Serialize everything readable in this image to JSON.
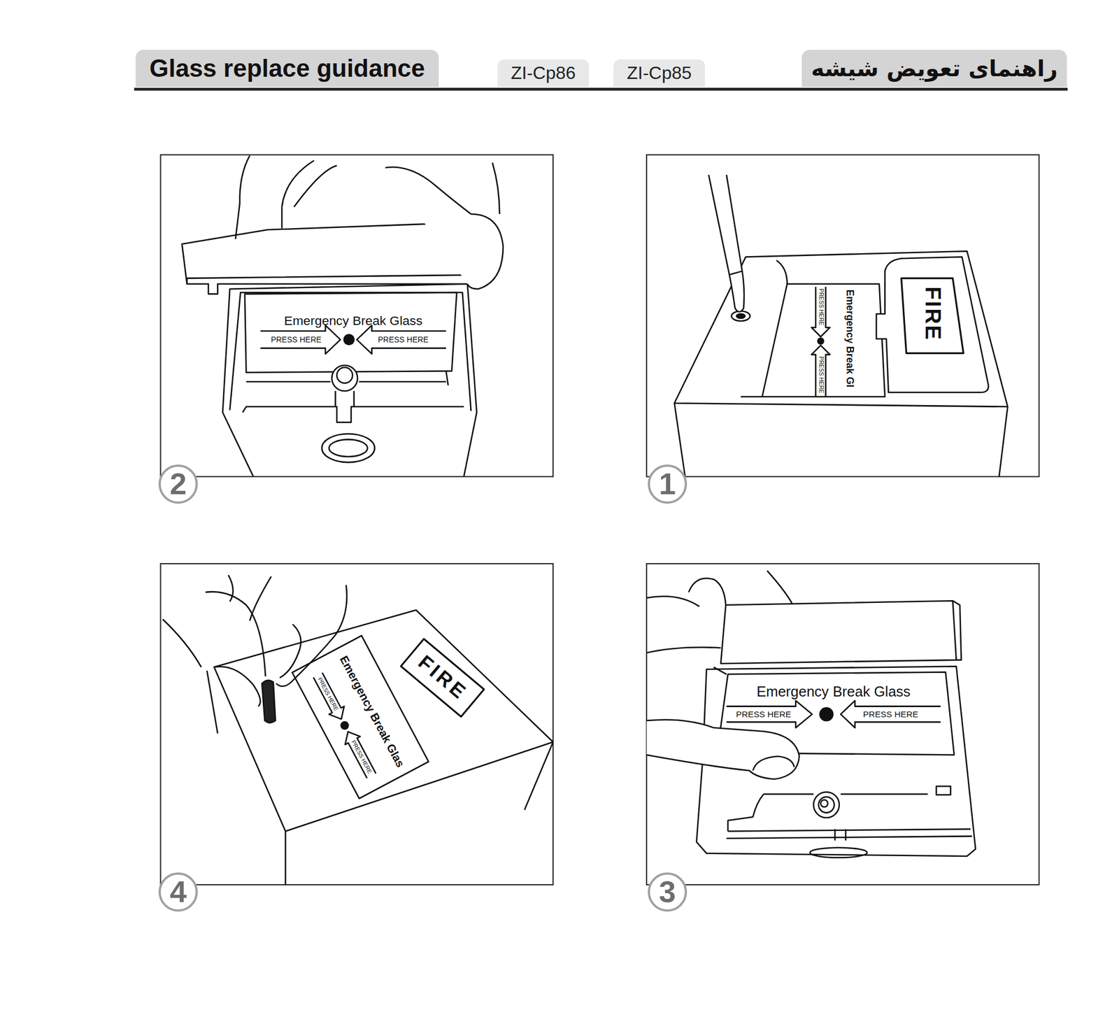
{
  "diagram": {
    "nodes": [
      {
        "text": [
          "Glass replace guidance"
        ]
      },
      {
        "text": [
          "ZI-Cp86"
        ]
      },
      {
        "text": [
          "ZI-Cp85"
        ]
      },
      {
        "text": [
          "راهنمای تعویض شیشه"
        ]
      },
      {
        "text": [
          "1"
        ]
      },
      {
        "text": [
          "2"
        ]
      },
      {
        "text": [
          "3"
        ]
      },
      {
        "text": [
          "4"
        ]
      }
    ],
    "labels": [
      "FIRE",
      "Emergency Break Gl",
      "PRESS HERE",
      "PRESS HERE",
      "Emergency Break Glass",
      "PRESS HERE",
      "PRESS HERE",
      "Emergency Break Glass",
      "PRESS HERE",
      "PRESS HERE",
      "FIRE",
      "Emergency Break Glas",
      "PRESS HERE",
      "PRESS HERE"
    ]
  }
}
